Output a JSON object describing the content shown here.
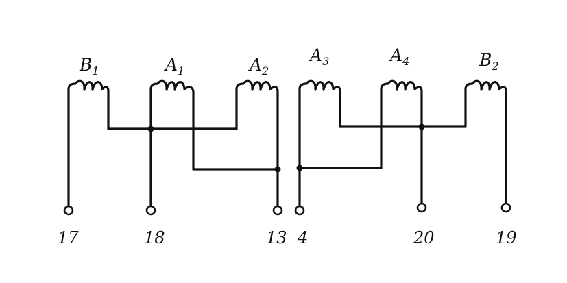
{
  "coils": [
    {
      "letter": "B",
      "index": "1"
    },
    {
      "letter": "A",
      "index": "1"
    },
    {
      "letter": "A",
      "index": "2"
    },
    {
      "letter": "A",
      "index": "3"
    },
    {
      "letter": "A",
      "index": "4"
    },
    {
      "letter": "B",
      "index": "2"
    }
  ],
  "terminals": [
    "17",
    "18",
    "13",
    "4",
    "20",
    "19"
  ]
}
